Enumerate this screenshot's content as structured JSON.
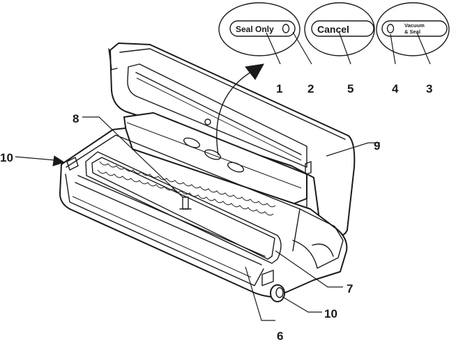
{
  "buttons": {
    "seal_only": "Seal Only",
    "cancel": "Cancel",
    "vacuum_seal_line1": "Vacuum",
    "vacuum_seal_line2": "& Seal"
  },
  "callouts": {
    "c1": "1",
    "c2": "2",
    "c3": "3",
    "c4": "4",
    "c5": "5",
    "c6": "6",
    "c7": "7",
    "c8": "8",
    "c9": "9",
    "c10_left": "10",
    "c10_right": "10"
  }
}
